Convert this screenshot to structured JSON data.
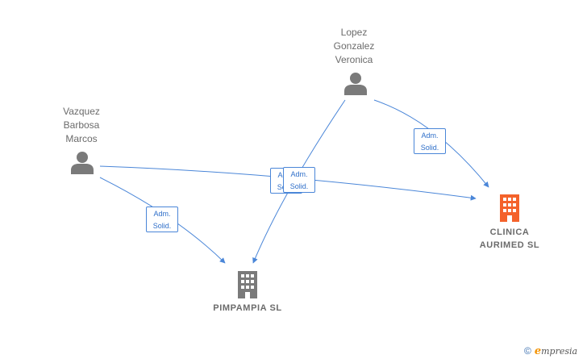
{
  "colors": {
    "person": "#7a7a7a",
    "company_neutral": "#7a7a7a",
    "company_highlight": "#f4622b",
    "edge": "#4a86d8"
  },
  "persons": [
    {
      "id": "vazquez",
      "name": "Vazquez\nBarbosa\nMarcos",
      "icon": "person-icon"
    },
    {
      "id": "lopez",
      "name": "Lopez\nGonzalez\nVeronica",
      "icon": "person-icon"
    }
  ],
  "companies": [
    {
      "id": "clinica",
      "name": "CLINICA\nAURIMED  SL",
      "icon": "building-icon",
      "highlight": true
    },
    {
      "id": "pimpampia",
      "name": "PIMPAMPIA  SL",
      "icon": "building-icon",
      "highlight": false
    }
  ],
  "relations": [
    {
      "from": "lopez",
      "to": "clinica",
      "label": [
        "Adm.",
        "Solid."
      ]
    },
    {
      "from": "lopez",
      "to": "pimpampia",
      "label": [
        "Adm.",
        "Solid."
      ]
    },
    {
      "from": "vazquez",
      "to": "clinica",
      "label": [
        "Adm.",
        "Solid."
      ]
    },
    {
      "from": "vazquez",
      "to": "pimpampia",
      "label": [
        "Adm.",
        "Solid."
      ]
    }
  ],
  "brand": {
    "copyright": "©",
    "e": "e",
    "rest": "mpresia"
  }
}
